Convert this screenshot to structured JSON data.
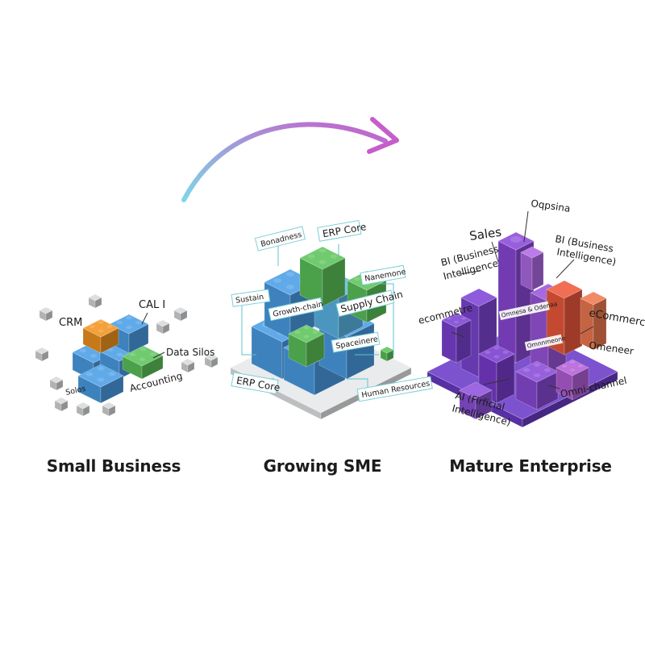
{
  "stages": {
    "small": {
      "title": "Small Business",
      "labels": {
        "crm": "CRM",
        "cal": "CAL I",
        "data_silos": "Data Silos",
        "accounting": "Accounting",
        "silos": "Solos"
      }
    },
    "sme": {
      "title": "Growing SME",
      "labels": {
        "bonadness": "Bonadness",
        "erp_core_top": "ERP Core",
        "nanemone": "Nanemone",
        "sustain": "Sustain",
        "growth_chain": "Growth-chain",
        "supply_chain": "Supply Chain",
        "spaceinere": "Spaceinere",
        "erp_core_bottom": "ERP Core",
        "human_resources": "Human Resources"
      }
    },
    "mature": {
      "title": "Mature Enterprise",
      "labels": {
        "oqpsina": "Oqpsina",
        "sales": "Sales",
        "bi_left_1": "BI (Business",
        "bi_left_2": "Intelligence",
        "bi_right_1": "BI (Business",
        "bi_right_2": "Intelligence)",
        "ecommerce_left": "ecommetre",
        "ecommerce_right": "eCommerce",
        "omneneer": "Omeneer",
        "center_1": "Omnesa & Odenaa",
        "center_2": "Omnnmeone",
        "ai_1": "AI (Firficial",
        "ai_2": "Intelligence)",
        "omni_channel": "Omni-channel"
      }
    }
  },
  "colors": {
    "arrow_start": "#7fd6e8",
    "arrow_end": "#c55ec9",
    "blue": "#4a9ee6",
    "orange": "#f3941f",
    "green": "#5cc35a",
    "purple": "#8b48d9",
    "red_orange": "#ee5a3c",
    "grey_cube": "#d7d9dc"
  }
}
